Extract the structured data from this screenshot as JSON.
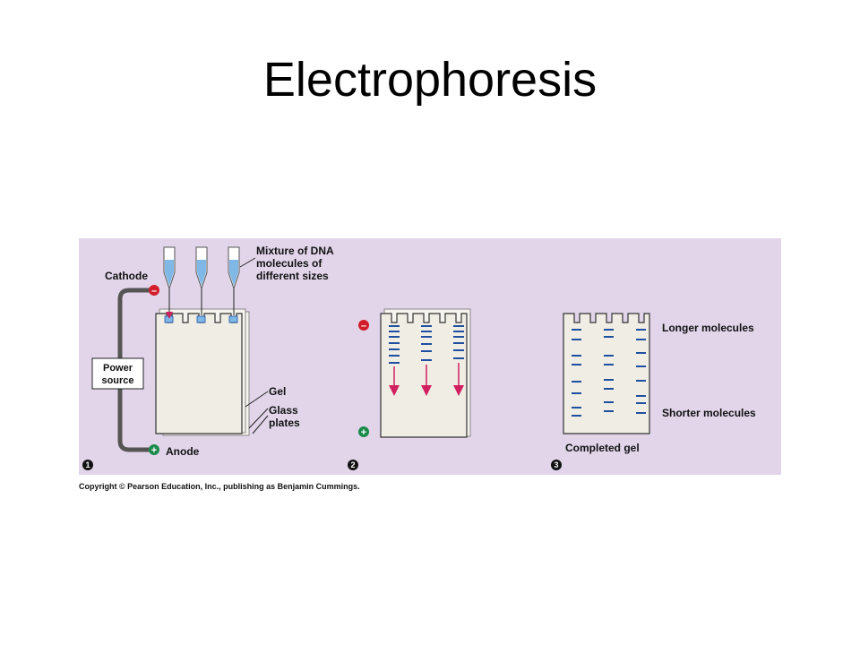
{
  "slide": {
    "title": "Electrophoresis",
    "copyright": "Copyright © Pearson Education, Inc., publishing as Benjamin Cummings."
  },
  "figure": {
    "colors": {
      "background": "#e2d5ea",
      "gel": "#f0ede4",
      "band": "#1f4fa0",
      "arrow": "#d02060",
      "cathode": "#d01f2b",
      "anode": "#1a8a4a",
      "tube_liquid": "#7fb8e6"
    },
    "panel1": {
      "step": "1",
      "cathode_label": "Cathode",
      "cathode_sign": "–",
      "anode_label": "Anode",
      "anode_sign": "+",
      "power_label_line1": "Power",
      "power_label_line2": "source",
      "mixture_line1": "Mixture of DNA",
      "mixture_line2": "molecules of",
      "mixture_line3": "different sizes",
      "gel_label": "Gel",
      "glass_line1": "Glass",
      "glass_line2": "plates"
    },
    "panel2": {
      "step": "2",
      "minus_sign": "–",
      "plus_sign": "+"
    },
    "panel3": {
      "step": "3",
      "longer_label": "Longer molecules",
      "shorter_label": "Shorter molecules",
      "completed_label": "Completed gel"
    }
  }
}
